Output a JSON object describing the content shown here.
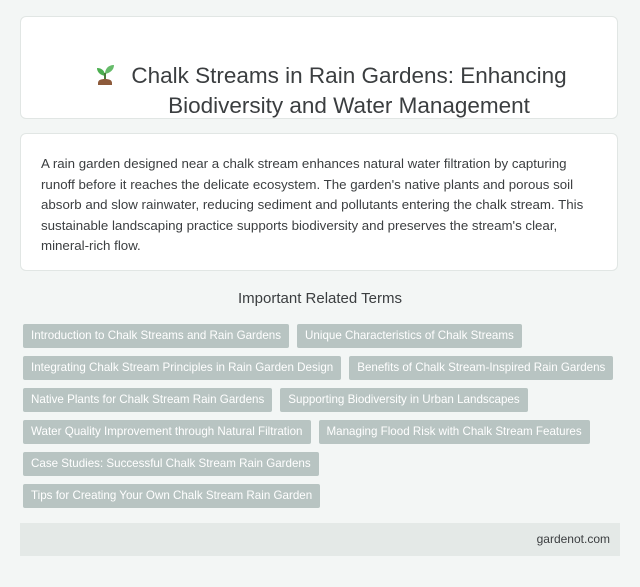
{
  "header": {
    "icon": "seedling-icon",
    "title": "Chalk Streams in Rain Gardens: Enhancing Biodiversity and Water Management"
  },
  "summary": {
    "text": "A rain garden designed near a chalk stream enhances natural water filtration by capturing runoff before it reaches the delicate ecosystem. The garden's native plants and porous soil absorb and slow rainwater, reducing sediment and pollutants entering the chalk stream. This sustainable landscaping practice supports biodiversity and preserves the stream's clear, mineral-rich flow."
  },
  "related": {
    "heading": "Important Related Terms",
    "tags": [
      "Introduction to Chalk Streams and Rain Gardens",
      "Unique Characteristics of Chalk Streams",
      "Integrating Chalk Stream Principles in Rain Garden Design",
      "Benefits of Chalk Stream-Inspired Rain Gardens",
      "Native Plants for Chalk Stream Rain Gardens",
      "Supporting Biodiversity in Urban Landscapes",
      "Water Quality Improvement through Natural Filtration",
      "Managing Flood Risk with Chalk Stream Features",
      "Case Studies: Successful Chalk Stream Rain Gardens",
      "Tips for Creating Your Own Chalk Stream Rain Garden"
    ]
  },
  "footer": {
    "site": "gardenot.com"
  },
  "colors": {
    "background": "#f3f6f5",
    "tag_bg": "#b8c4c2",
    "text": "#3b3e40"
  }
}
